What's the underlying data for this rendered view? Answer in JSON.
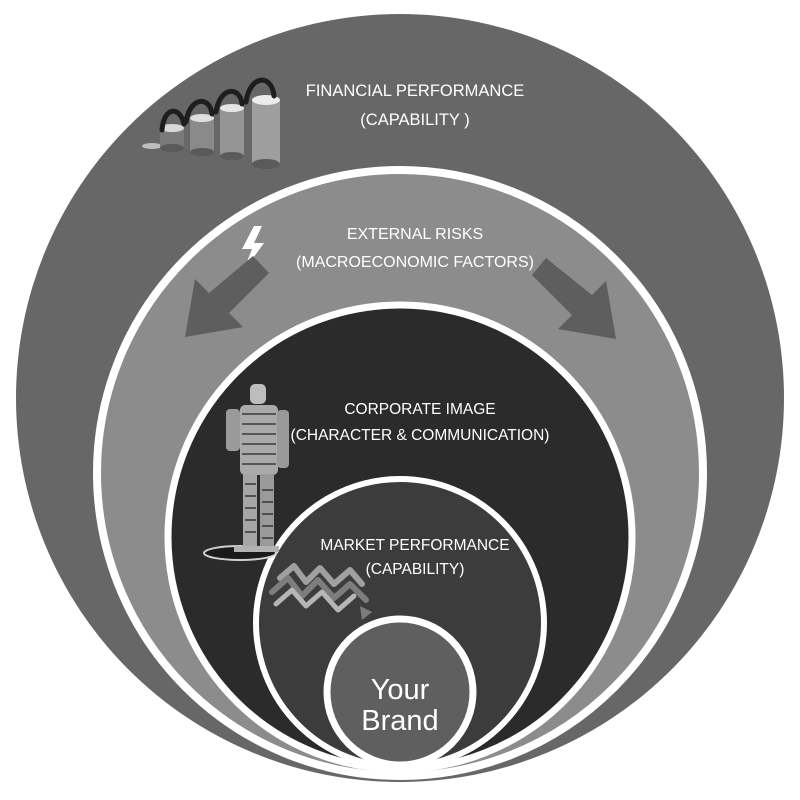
{
  "layers": [
    {
      "title": "FINANCIAL PERFORMANCE",
      "subtitle": "(CAPABILITY )"
    },
    {
      "title": "EXTERNAL RISKS",
      "subtitle": "(MACROECONOMIC FACTORS)"
    },
    {
      "title": "CORPORATE IMAGE",
      "subtitle": "(CHARACTER & COMMUNICATION)"
    },
    {
      "title": "MARKET PERFORMANCE",
      "subtitle": "(CAPABILITY)"
    }
  ],
  "center": {
    "line1": "Your",
    "line2": "Brand"
  },
  "colors": {
    "outer": "#676767",
    "second": "#8c8c8c",
    "third": "#2b2b2b",
    "fourth": "#3c3c3c",
    "center": "#5f5f5f",
    "ring": "#ffffff",
    "arrow": "#5e5e5e"
  },
  "icons": [
    "coin-stacks-icon",
    "lightning-bolt-icon",
    "arrow-down-left-icon",
    "arrow-down-right-icon",
    "person-word-cloud-icon",
    "zigzag-trend-icon"
  ]
}
